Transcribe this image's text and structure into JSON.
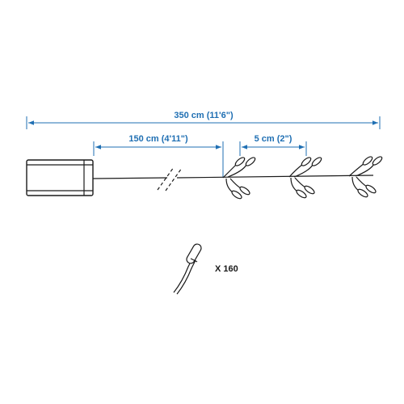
{
  "dimensions": {
    "total_length": "350 cm (11'6\")",
    "lead_cable_length": "150 cm (4'11\")",
    "bulb_spacing": "5 cm (2\")"
  },
  "bulb_count": "X 160",
  "colors": {
    "dimension": "#1f6fb3",
    "drawing": "#1a1a1a",
    "background": "#ffffff"
  }
}
